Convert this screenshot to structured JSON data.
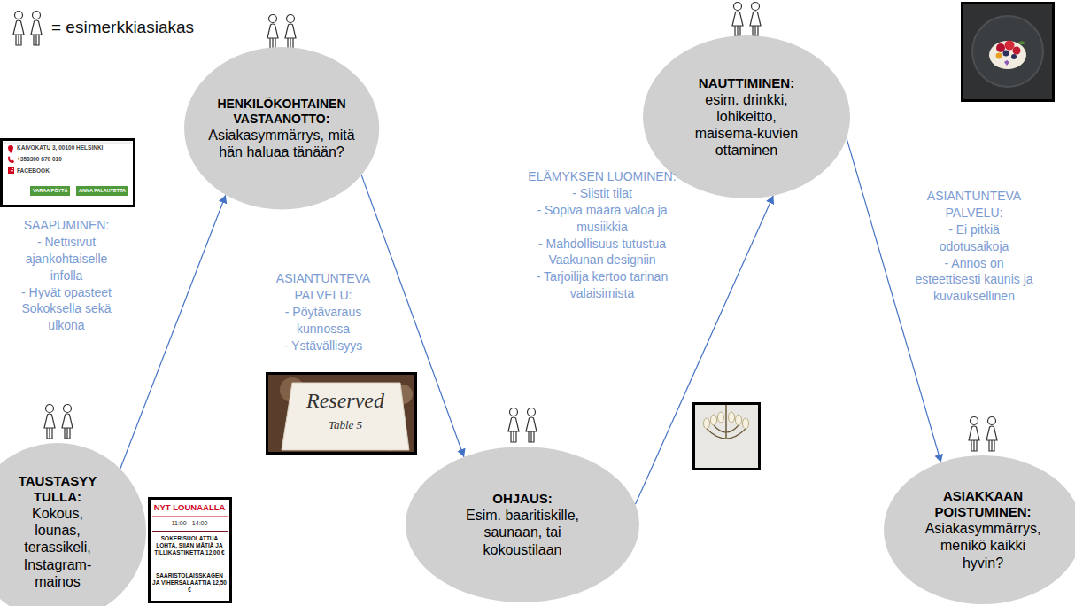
{
  "diagram": {
    "nodes": [
      {
        "text": [
          "TAUSTASYY TULLA:",
          "Kokous, lounas, terassikeli, Instagram-mainos"
        ]
      },
      {
        "text": [
          "HENKILÖKOHTAINEN VASTAANOTTO:",
          "Asiakasymmärrys, mitä hän haluaa tänään?"
        ]
      },
      {
        "text": [
          "OHJAUS:",
          "Esim. baaritiskille, saunaan, tai kokoustilaan"
        ]
      },
      {
        "text": [
          "NAUTTIMINEN:",
          "esim. drinkki, lohikeitto, maisema-kuvien ottaminen"
        ]
      },
      {
        "text": [
          "ASIAKKAAN POISTUMINEN:",
          "Asiakasymmärrys, menikö kaikki hyvin?"
        ]
      }
    ],
    "edges": [
      {
        "from": 0,
        "to": 1,
        "arrow": "to",
        "label": "SAAPUMINEN: - Nettisivut ajankohtaiselle infolla - Hyvät opasteet Sokoksella sekä ulkona"
      },
      {
        "from": 1,
        "to": 2,
        "arrow": "to",
        "label": "ASIANTUNTEVA PALVELU: - Pöytävaraus kunnossa - Ystävällisyys"
      },
      {
        "from": 2,
        "to": 3,
        "arrow": "to",
        "label": "ELÄMYKSEN LUOMINEN: - Siistit tilat - Sopiva määrä valoa ja musiikkia - Mahdollisuus tutustua Vaakunan designiin - Tarjoilija kertoo tarinan valaisimista"
      },
      {
        "from": 3,
        "to": 4,
        "arrow": "to",
        "label": "ASIANTUNTEVA PALVELU: - Ei pitkiä odotusaikoja - Annos on esteettisesti kaunis ja kuvauksellinen"
      }
    ],
    "labels": [
      "KAIVOKATU 3, 00100 HELSINKI",
      "+358300 870 010",
      "FACEBOOK",
      "VARAA PÖYTÄ",
      "ANNA PALAUTETTA",
      "NYT LOUNAALLA",
      "11:00 - 14:00",
      "SOKERISUOLATTUA LOHTA, SIIAN MÄTIÄ JA TILLIKASTIKETTA 12,00 €",
      "SAARISTOLAISSKAGEN JA VIHERSALAATTIA 12,50 €",
      "Reserved",
      "Table 5"
    ],
    "legend": [
      {
        "text": "= esimerkkiasiakas"
      }
    ]
  }
}
